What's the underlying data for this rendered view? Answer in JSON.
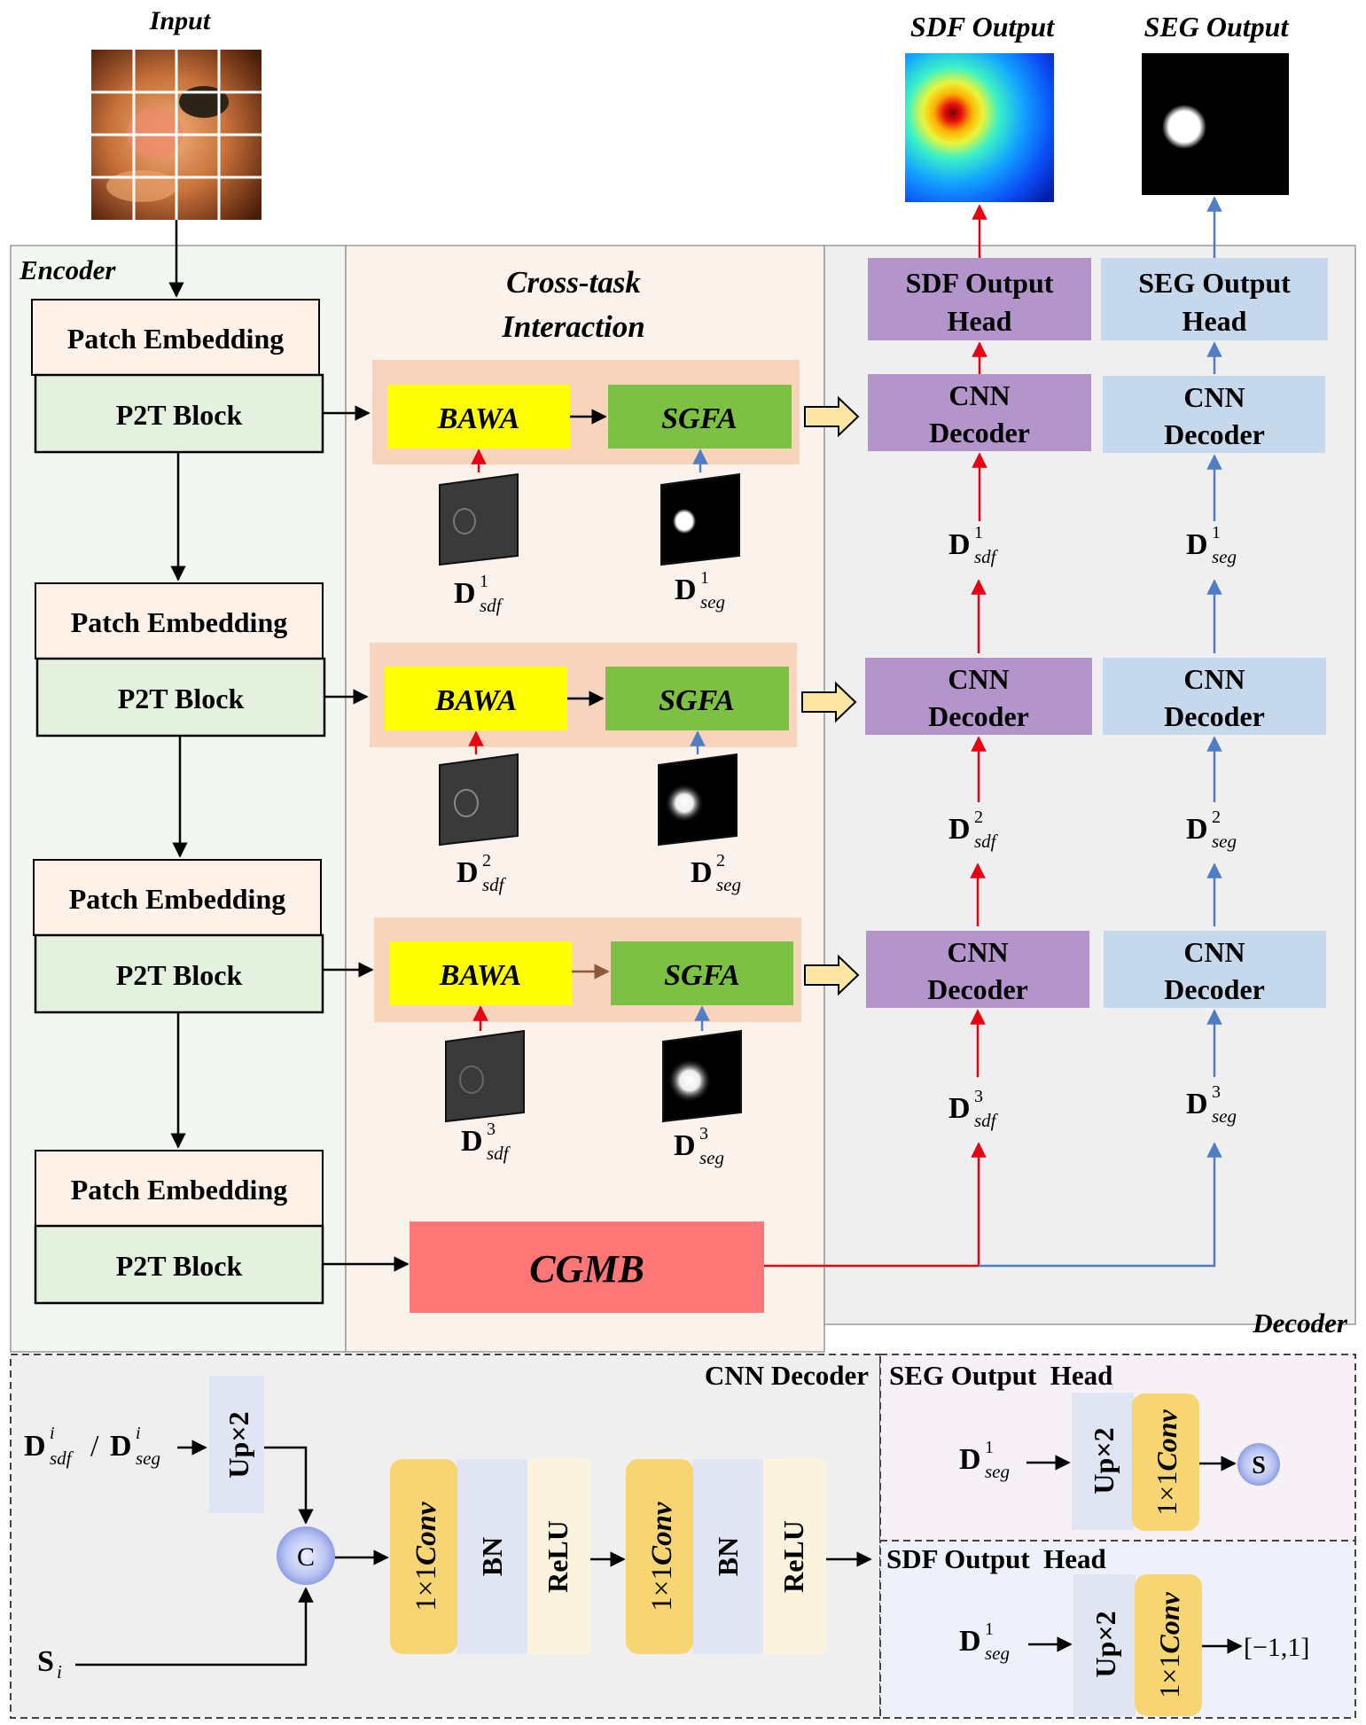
{
  "titles": {
    "input": "Input",
    "sdf_output": "SDF Output",
    "seg_output": "SEG Output"
  },
  "regions": {
    "encoder": "Encoder",
    "cross_task_line1": "Cross-task",
    "cross_task_line2": "Interaction",
    "decoder": "Decoder"
  },
  "encoder": {
    "patch_embedding": "Patch Embedding",
    "p2t_block": "P2T Block"
  },
  "interaction": {
    "bawa": "BAWA",
    "sgfa": "SGFA",
    "cgmb": "CGMB"
  },
  "decoder": {
    "sdf_head_line1": "SDF Output",
    "sdf_head_line2": "Head",
    "seg_head_line1": "SEG Output",
    "seg_head_line2": "Head",
    "cnn_line1": "CNN",
    "cnn_line2": "Decoder"
  },
  "symbols": {
    "D": "D",
    "sup1": "1",
    "sup2": "2",
    "sup3": "3",
    "supi": "i",
    "sdf": "sdf",
    "seg": "seg",
    "slash": "/",
    "S": "S",
    "i": "i"
  },
  "detail": {
    "cnn_decoder_title": "CNN Decoder",
    "seg_head_title": "SEG Output  Head",
    "sdf_head_title": "SDF Output  Head",
    "up2": "Up×2",
    "conv_prefix": "1×1",
    "conv": "Conv",
    "bn": "BN",
    "relu": "ReLU",
    "concat": "C",
    "sigmoid": "S",
    "range": "[−1,1]"
  },
  "colors": {
    "encoder_bg": "#f3f7f1",
    "interaction_bg": "#fcf2ec",
    "decoder_bg": "#efefef",
    "patch_embed": "#fdf1e8",
    "p2t": "#e4f1df",
    "bawa": "#ffff00",
    "sgfa": "#7cc143",
    "module_bg": "#f8d4bc",
    "sdf_purple": "#b395cc",
    "seg_blue": "#c6d9ec",
    "cgmb": "#ff7676",
    "arrow_red": "#e60012",
    "arrow_blue": "#4f7ec4",
    "conv_orange": "#f8d573",
    "bn_blue": "#dfe5f2",
    "relu_cream": "#fbf3dd"
  }
}
